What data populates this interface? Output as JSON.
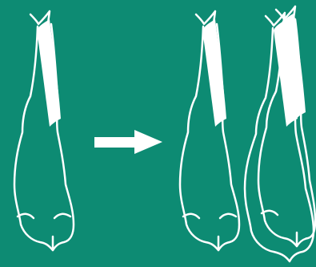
{
  "colors": {
    "background": "#0d8b73",
    "stroke": "#ffffff",
    "fill": "#ffffff"
  },
  "diagram": {
    "items": [
      {
        "name": "horse-top-view-single",
        "description_visible": false
      },
      {
        "name": "arrow-right-icon"
      },
      {
        "name": "horse-top-view-single-2"
      },
      {
        "name": "horse-top-view-overlapping-pair"
      }
    ]
  }
}
